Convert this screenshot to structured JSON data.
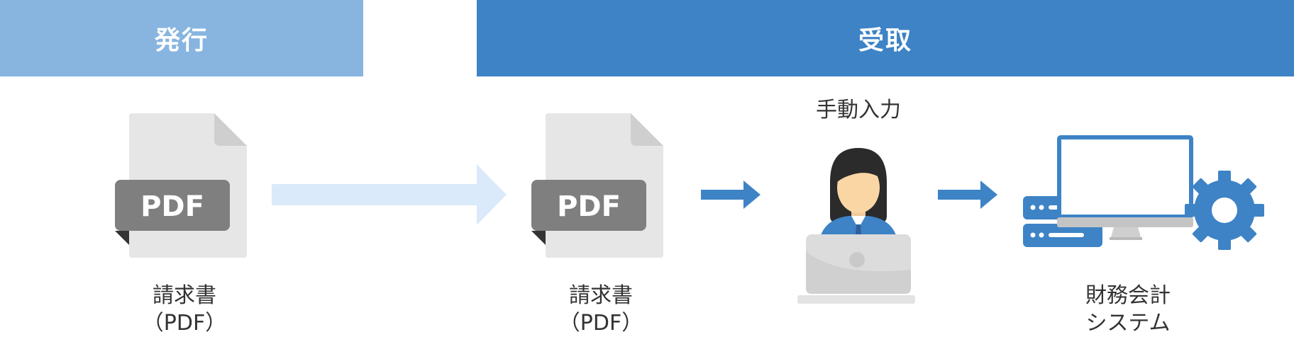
{
  "header": {
    "issue_label": "発行",
    "receive_label": "受取"
  },
  "nodes": {
    "pdf_sender": {
      "badge": "PDF",
      "label_line1": "請求書",
      "label_line2": "（PDF）"
    },
    "pdf_receiver": {
      "badge": "PDF",
      "label_line1": "請求書",
      "label_line2": "（PDF）"
    },
    "manual_entry": {
      "label": "手動入力"
    },
    "accounting_system": {
      "label_line1": "財務会計",
      "label_line2": "システム"
    }
  },
  "colors": {
    "issue_band": "#87b5e0",
    "receive_band": "#3d83c6",
    "accent_blue": "#3d83c6",
    "light_arrow": "#dbeafa",
    "doc_body": "#e6e6e6",
    "doc_fold": "#cfcfcf",
    "pdf_badge": "#7f7f7f",
    "pdf_badge_shadow": "#333333"
  }
}
